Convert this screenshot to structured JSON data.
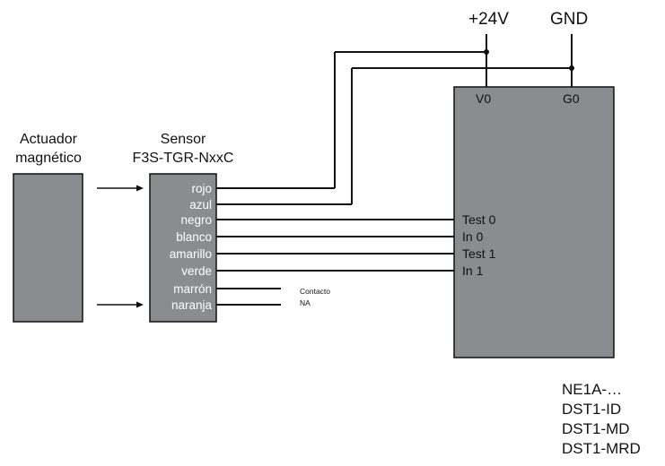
{
  "power": {
    "v24_label": "+24V",
    "gnd_label": "GND"
  },
  "actuator": {
    "label_line1": "Actuador",
    "label_line2": "magnético"
  },
  "sensor": {
    "label_line1": "Sensor",
    "label_line2": "F3S-TGR-NxxC",
    "wires": [
      {
        "label": "rojo"
      },
      {
        "label": "azul"
      },
      {
        "label": "negro"
      },
      {
        "label": "blanco"
      },
      {
        "label": "amarillo"
      },
      {
        "label": "verde"
      },
      {
        "label": "marrón"
      },
      {
        "label": "naranja"
      }
    ]
  },
  "contact": {
    "line1": "Contacto",
    "line2": "NA"
  },
  "controller": {
    "pins_top": [
      "V0",
      "G0"
    ],
    "inputs": [
      "Test 0",
      "In 0",
      "Test 1",
      "In 1"
    ],
    "models": [
      "NE1A-…",
      "DST1-ID",
      "DST1-MD",
      "DST1-MRD"
    ]
  },
  "colors": {
    "box_fill": "#8a8c90",
    "line": "#111111"
  }
}
